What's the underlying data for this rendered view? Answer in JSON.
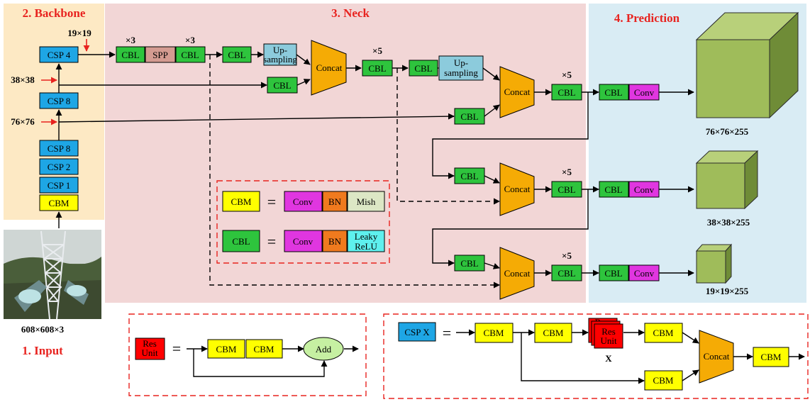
{
  "sections": {
    "input": "1. Input",
    "backbone": "2. Backbone",
    "neck": "3. Neck",
    "prediction": "4. Prediction"
  },
  "dims": {
    "input": "608×608×3",
    "d19": "19×19",
    "d38": "38×38",
    "d76": "76×76",
    "out76": "76×76×255",
    "out38": "38×38×255",
    "out19": "19×19×255"
  },
  "labels": {
    "csp4": "CSP 4",
    "csp8": "CSP 8",
    "csp2": "CSP 2",
    "csp1": "CSP 1",
    "cspx": "CSP X",
    "cbm": "CBM",
    "cbl": "CBL",
    "spp": "SPP",
    "upsampling_1": "Up-",
    "upsampling_2": "sampling",
    "concat": "Concat",
    "conv": "Conv",
    "bn": "BN",
    "mish": "Mish",
    "leaky_1": "Leaky",
    "leaky_2": "ReLU",
    "add": "Add",
    "res_1": "Res",
    "res_2": "Unit",
    "res_peek": "R",
    "times3": "×3",
    "times5": "×5",
    "equals": "=",
    "x": "X"
  },
  "colors": {
    "backbone_bg": "#fde9c4",
    "neck_bg": "#f2d6d6",
    "prediction_bg": "#d9ecf4",
    "csp": "#1ea6e5",
    "cbm": "#ffff00",
    "cbl": "#2ec43d",
    "spp": "#d49b91",
    "upsample": "#8ccbdc",
    "concat": "#f5ab05",
    "conv": "#e036e0",
    "bn": "#f07a1e",
    "mish": "#dce7c5",
    "leaky": "#5ef0ee",
    "add": "#c6f0a2",
    "res": "#ff0000",
    "section_title": "#e8231f",
    "dashed": "#e8231f",
    "cube": "#9fbc5a"
  }
}
